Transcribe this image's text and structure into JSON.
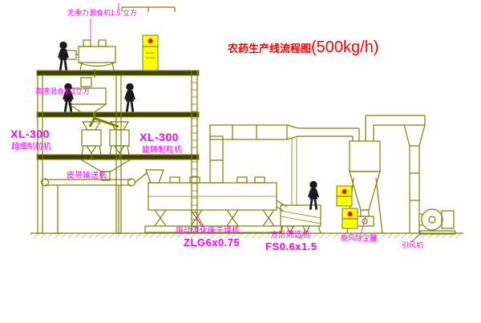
{
  "colors": {
    "background": "#FFFFFF",
    "line": "#808000",
    "label": "#FF00FF",
    "title": "#FF0000",
    "cabinet": "#FFFF00",
    "button": "#FF0000",
    "figure": "#1A1A1A"
  },
  "title": {
    "text": "农药生产线流程图",
    "capacity": "(500kg/h)"
  },
  "labels": {
    "gravity_mixer": "无重力混合机1.5 立方",
    "high_speed_mixer": "高速混合机3立方",
    "granulator_left_model": "XL-300",
    "granulator_left_name": "超细制粒机",
    "granulator_right_model": "XL-300",
    "granulator_right_name": "旋转制粒机",
    "belt_conveyor": "皮带输送机",
    "dryer_name": "振动流化床干燥机",
    "dryer_model": "ZLG6x0.75",
    "sieve_name": "方形筛选机",
    "sieve_model": "FS0.6x1.5",
    "cyclone": "旋风除尘器",
    "fan": "引风机"
  }
}
